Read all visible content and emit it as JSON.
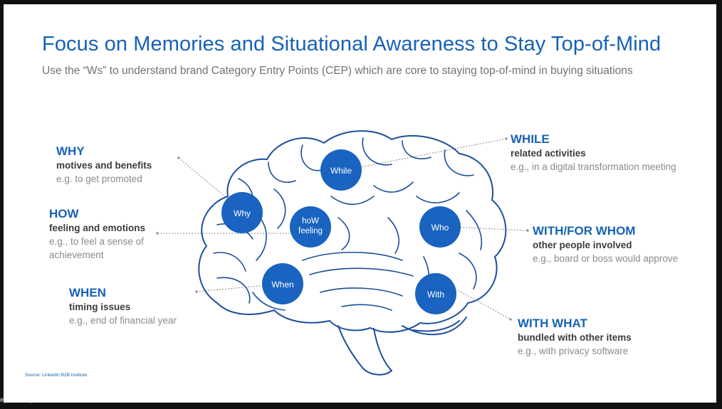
{
  "slide": {
    "title": "Focus on Memories and Situational Awareness to Stay Top-of-Mind",
    "subtitle": "Use the “Ws” to understand brand Category Entry Points (CEP) which are core to staying top-of-mind in buying situations",
    "source": "Source: LinkedIn B2B Institute"
  },
  "footer": {
    "tag": "#poweredbycustomerscience"
  },
  "labels": {
    "why": {
      "head": "WHY",
      "sub": "motives and benefits",
      "example": "e.g. to get promoted"
    },
    "how": {
      "head": "HOW",
      "sub": "feeling and emotions",
      "example_line1": "e.g., to feel a sense of",
      "example_line2": "achievement"
    },
    "when": {
      "head": "WHEN",
      "sub": "timing issues",
      "example": "e.g., end of financial year"
    },
    "while": {
      "head": "WHILE",
      "sub": "related activities",
      "example": "e.g., in a digital transformation meeting"
    },
    "with_for_whom": {
      "head": "WITH/FOR WHOM",
      "sub": "other people involved",
      "example": "e.g., board or boss would approve"
    },
    "with_what": {
      "head": "WITH WHAT",
      "sub": "bundled with other items",
      "example": "e.g., with privacy software"
    }
  },
  "nodes": {
    "while": "While",
    "why": "Why",
    "how_line1": "hoW",
    "how_line2": "feeling",
    "who": "Who",
    "when": "When",
    "with": "With"
  },
  "colors": {
    "accent": "#1662b6",
    "node_fill": "#1a63c0",
    "text_dark": "#3c3c3c",
    "text_muted": "#8a8a8a"
  }
}
